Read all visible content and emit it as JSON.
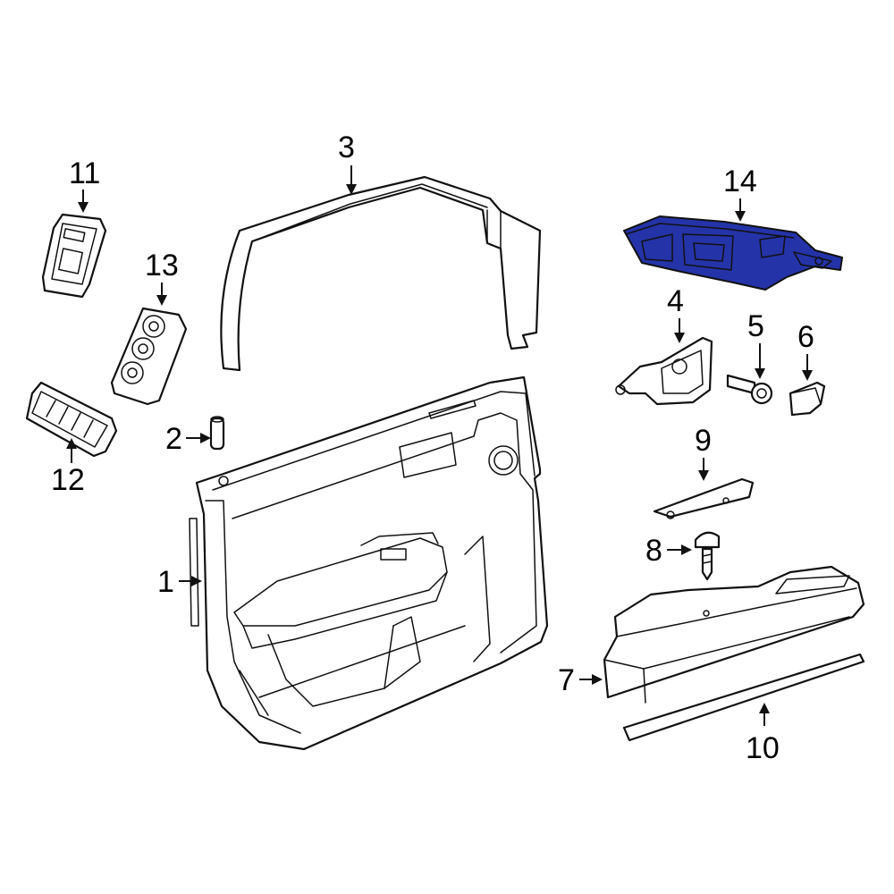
{
  "highlight_color": "#2433a8",
  "callouts": [
    {
      "id": "1",
      "label": "1"
    },
    {
      "id": "2",
      "label": "2"
    },
    {
      "id": "3",
      "label": "3"
    },
    {
      "id": "4",
      "label": "4"
    },
    {
      "id": "5",
      "label": "5"
    },
    {
      "id": "6",
      "label": "6"
    },
    {
      "id": "7",
      "label": "7"
    },
    {
      "id": "8",
      "label": "8"
    },
    {
      "id": "9",
      "label": "9"
    },
    {
      "id": "10",
      "label": "10"
    },
    {
      "id": "11",
      "label": "11"
    },
    {
      "id": "12",
      "label": "12"
    },
    {
      "id": "13",
      "label": "13"
    },
    {
      "id": "14",
      "label": "14"
    }
  ]
}
